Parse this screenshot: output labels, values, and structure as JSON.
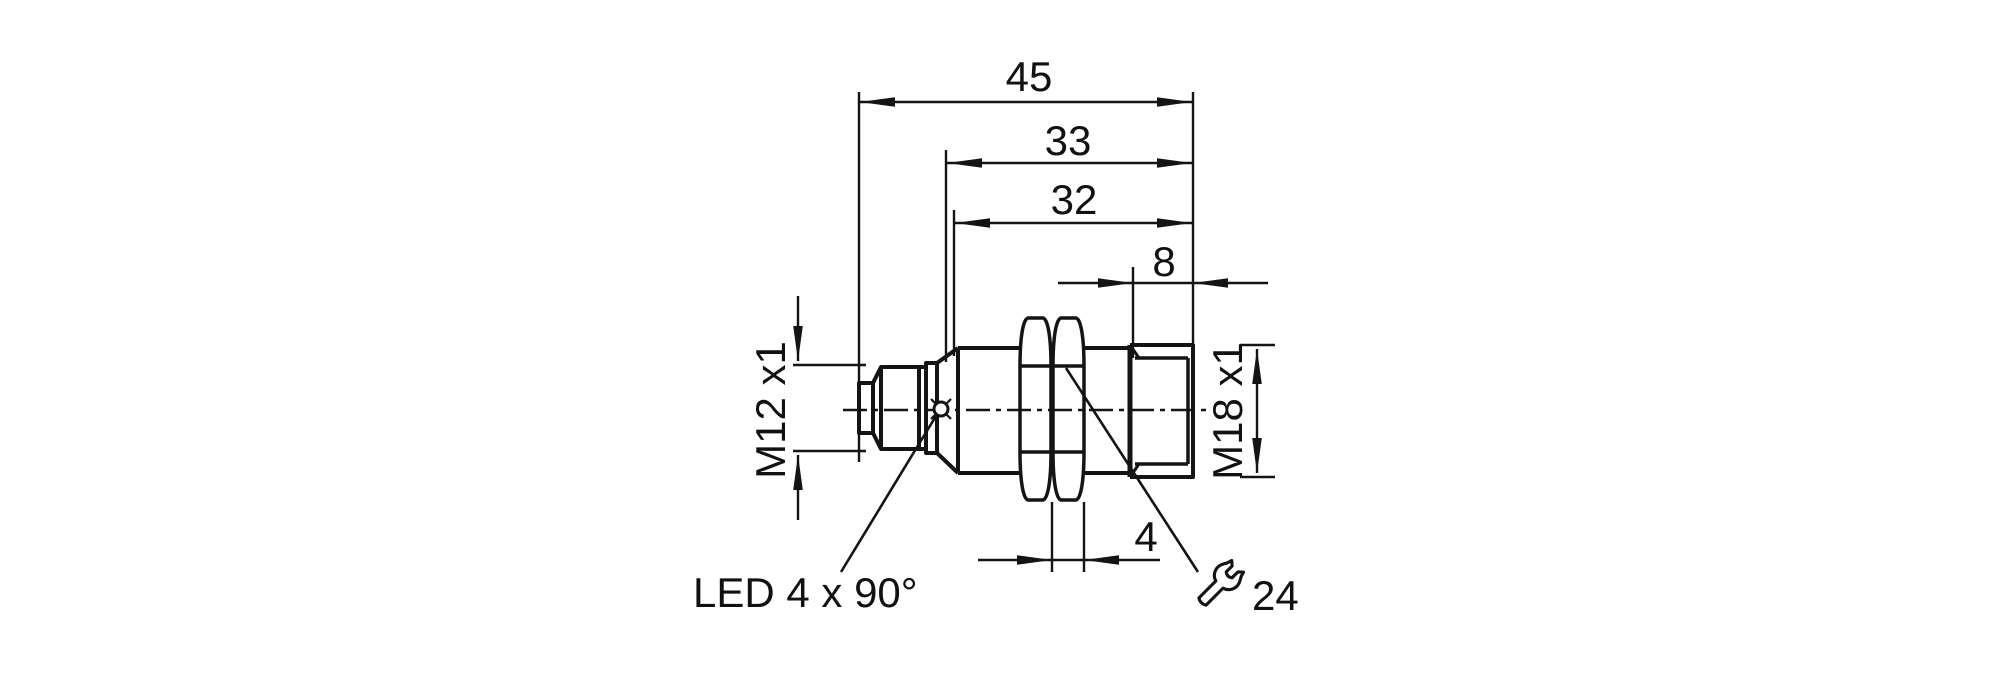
{
  "drawing": {
    "type": "sensor-dimension-drawing",
    "dimensions": {
      "overall_length": "45",
      "length_to_face": "33",
      "barrel_length": "32",
      "tip_thread_length": "8",
      "nut_thickness": "4"
    },
    "threads": {
      "connector": "M12 x1",
      "housing": "M18 x1"
    },
    "annotations": {
      "led": "LED 4 x 90°",
      "wrench_size": "24"
    },
    "colors": {
      "line": "#141414",
      "text": "#111111",
      "background": "#ffffff"
    }
  }
}
